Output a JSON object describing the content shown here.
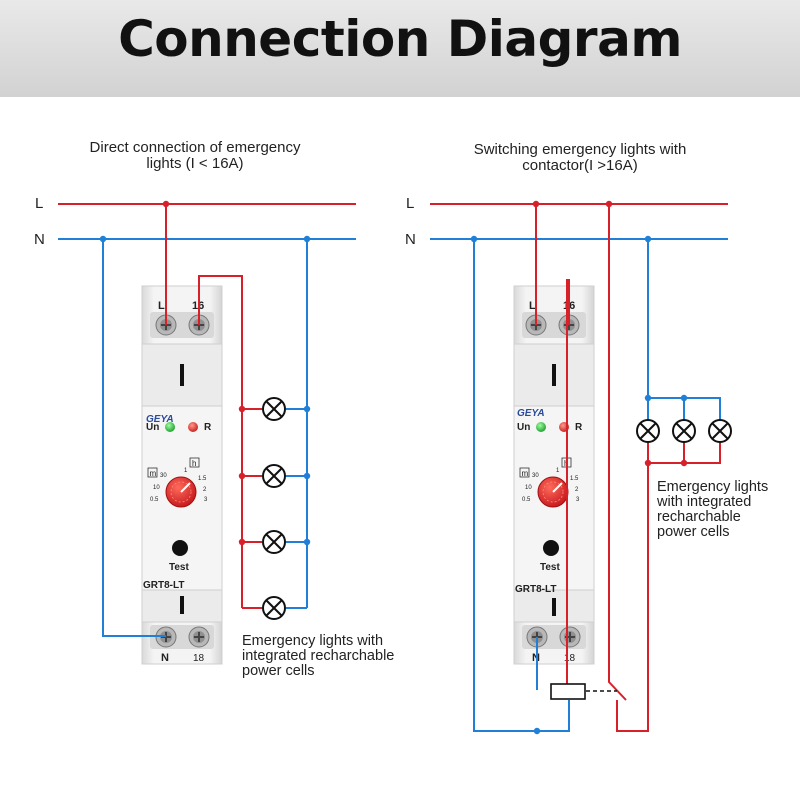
{
  "title": "Connection Diagram",
  "left": {
    "caption_line1": "Direct connection of emergency",
    "caption_line2": "lights (I < 16A)",
    "rail_L": "L",
    "rail_N": "N",
    "device": {
      "brand": "GEYA",
      "led_un": "Un",
      "led_r": "R",
      "dial_unit_m": "m",
      "dial_unit_h": "h",
      "dial_scale_left": [
        "30",
        "10",
        "0.5"
      ],
      "dial_scale_right": [
        "1",
        "1.5",
        "2",
        "3"
      ],
      "test_label": "Test",
      "model": "GRT8-LT",
      "top_terminal_L": "L",
      "top_terminal_16": "16",
      "bottom_terminal_N": "N",
      "bottom_terminal_18": "18"
    },
    "note_line1": "Emergency lights with",
    "note_line2": "integrated recharchable",
    "note_line3": "power cells"
  },
  "right": {
    "caption_line1": "Switching emergency lights with",
    "caption_line2": "contactor(I >16A)",
    "rail_L": "L",
    "rail_N": "N",
    "device": {
      "brand": "GEYA",
      "led_un": "Un",
      "led_r": "R",
      "dial_unit_m": "m",
      "dial_unit_h": "h",
      "dial_scale_left": [
        "30",
        "10",
        "0.5"
      ],
      "dial_scale_right": [
        "1",
        "1.5",
        "2",
        "3"
      ],
      "test_label": "Test",
      "model": "GRT8-LT",
      "top_terminal_L": "L",
      "top_terminal_16": "16",
      "bottom_terminal_N": "N",
      "bottom_terminal_18": "18"
    },
    "note_line1": "Emergency lights",
    "note_line2": "with integrated",
    "note_line3": "recharchable",
    "note_line4": "power cells"
  },
  "colors": {
    "live": "#d8202a",
    "neutral": "#2080d8",
    "device_body": "#efefef",
    "dial": "#e02a2a"
  }
}
